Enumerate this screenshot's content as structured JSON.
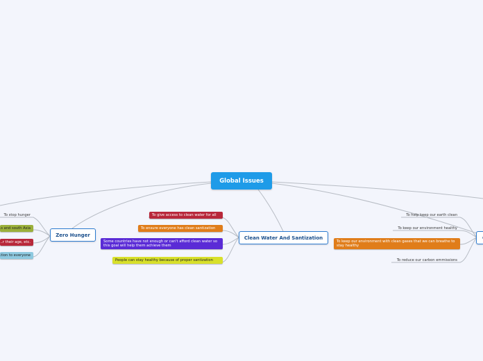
{
  "central": {
    "label": "Global Issues"
  },
  "topics": {
    "zero_hunger": {
      "label": "Zero Hunger",
      "subtopics": [
        "To stop hunger",
        "...s and south Asia",
        "...r their age, etc.",
        "...tion to everyone"
      ]
    },
    "clean_water": {
      "label": "Clean Water And Santization",
      "subtopics": [
        "To give access to clean water for all",
        "To ensure everyone has clean santization",
        "Some countries have not enough or can't afford clean water so this goal will help them achieve them",
        "People can stay healthy because of proper santization"
      ]
    },
    "right_topic": {
      "label": "C",
      "subtopics": [
        "To help keep our earth clean",
        "To keep our environment healthy",
        "To keep our environment with clean gases that we can breathe to stay healthy",
        "To reduce our carbon emmissions"
      ]
    }
  },
  "colors": {
    "central": "#1e9be8",
    "topic_border": "#2c7bd0",
    "red": "#b8283a",
    "orange": "#e07d1a",
    "purple": "#5a2bd6",
    "yellow": "#d8e02a",
    "olive": "#9bb03a",
    "lightblue": "#8ec9e0",
    "link": "#b7bcc4"
  }
}
